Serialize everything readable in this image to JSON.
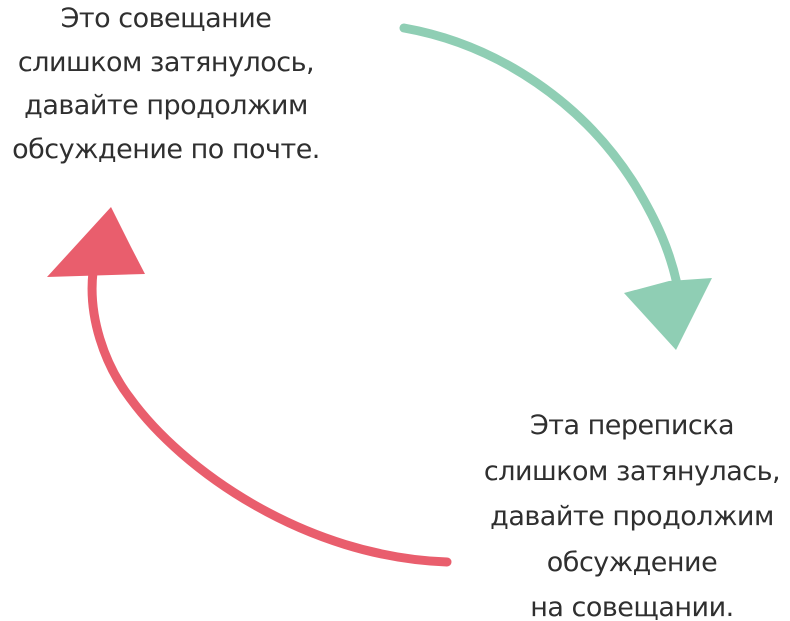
{
  "diagram": {
    "background_color": "#ffffff",
    "text_color": "#2f2f2f",
    "meeting_note": {
      "lines": [
        "Это совещание",
        "слишком затянулось,",
        "давайте продолжим",
        "обсуждение по почте."
      ]
    },
    "email_note": {
      "lines": [
        "Эта переписка",
        "слишком затянулась,",
        "давайте продолжим",
        "обсуждение",
        "на совещании."
      ]
    },
    "arrows": {
      "meeting_to_email": {
        "color": "#8fceb4",
        "direction": "from top-left text curving down to bottom-right"
      },
      "email_to_meeting": {
        "color": "#e95e6d",
        "direction": "from bottom-right text curving up to top-left"
      }
    }
  }
}
